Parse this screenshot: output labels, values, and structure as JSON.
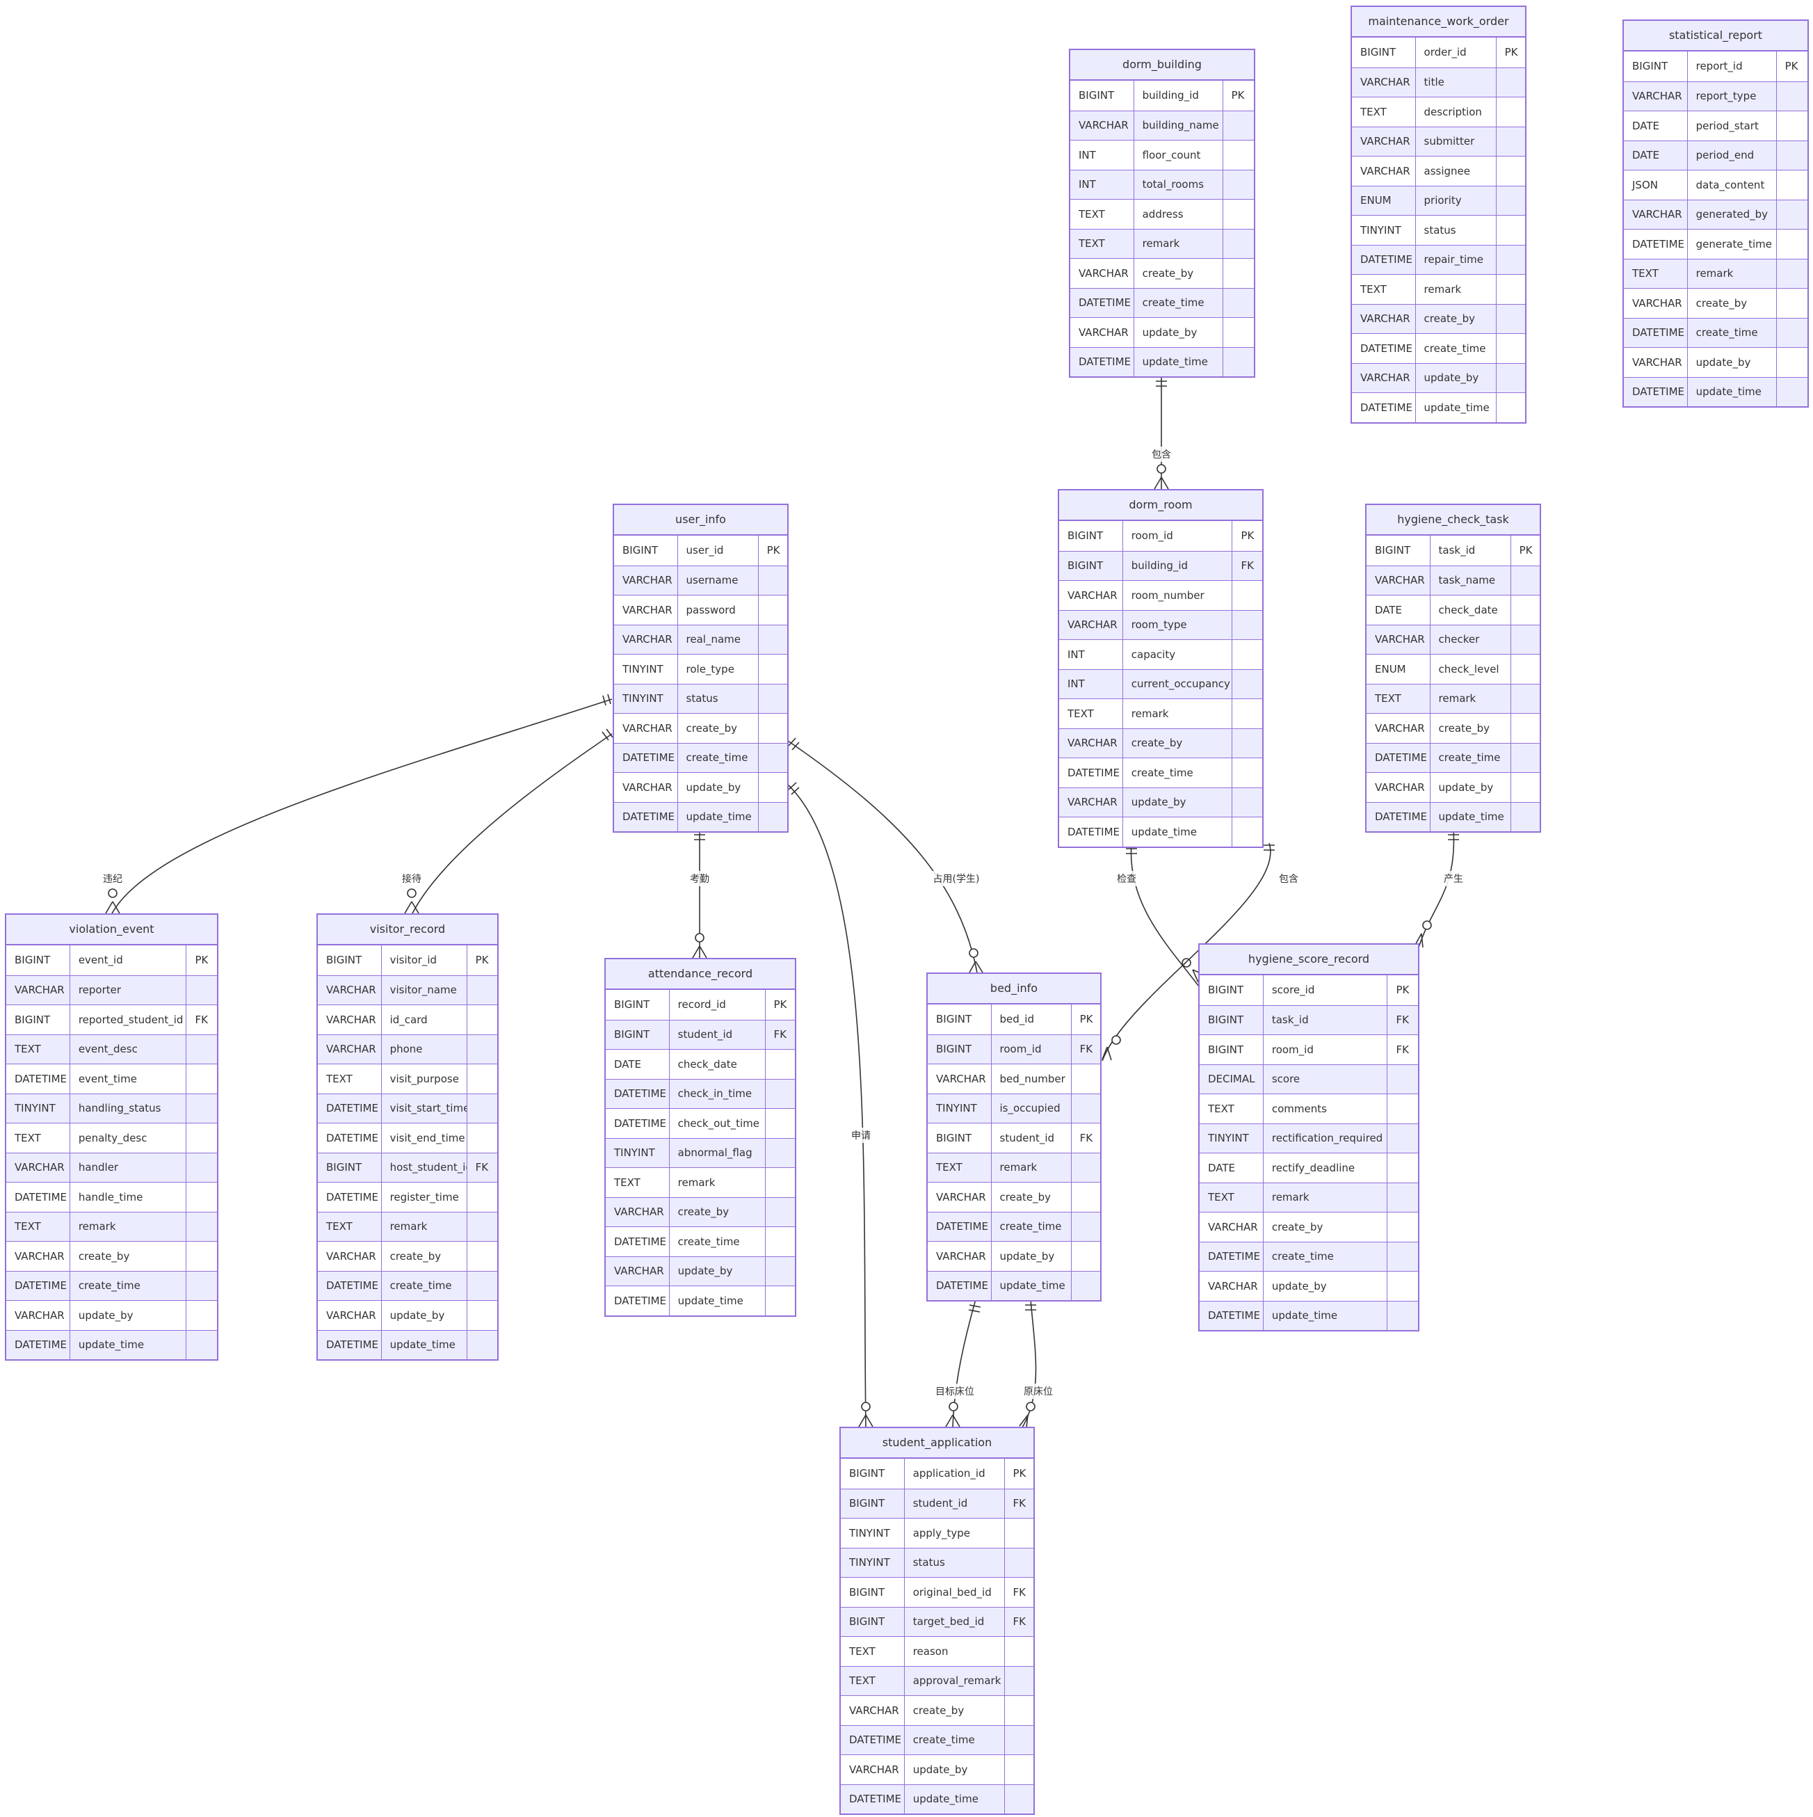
{
  "entities": [
    {
      "name": "dorm_building",
      "attrs": [
        [
          "BIGINT",
          "building_id",
          "PK"
        ],
        [
          "VARCHAR",
          "building_name",
          ""
        ],
        [
          "INT",
          "floor_count",
          ""
        ],
        [
          "INT",
          "total_rooms",
          ""
        ],
        [
          "TEXT",
          "address",
          ""
        ],
        [
          "TEXT",
          "remark",
          ""
        ],
        [
          "VARCHAR",
          "create_by",
          ""
        ],
        [
          "DATETIME",
          "create_time",
          ""
        ],
        [
          "VARCHAR",
          "update_by",
          ""
        ],
        [
          "DATETIME",
          "update_time",
          ""
        ]
      ]
    },
    {
      "name": "maintenance_work_order",
      "attrs": [
        [
          "BIGINT",
          "order_id",
          "PK"
        ],
        [
          "VARCHAR",
          "title",
          ""
        ],
        [
          "TEXT",
          "description",
          ""
        ],
        [
          "VARCHAR",
          "submitter",
          ""
        ],
        [
          "VARCHAR",
          "assignee",
          ""
        ],
        [
          "ENUM",
          "priority",
          ""
        ],
        [
          "TINYINT",
          "status",
          ""
        ],
        [
          "DATETIME",
          "repair_time",
          ""
        ],
        [
          "TEXT",
          "remark",
          ""
        ],
        [
          "VARCHAR",
          "create_by",
          ""
        ],
        [
          "DATETIME",
          "create_time",
          ""
        ],
        [
          "VARCHAR",
          "update_by",
          ""
        ],
        [
          "DATETIME",
          "update_time",
          ""
        ]
      ]
    },
    {
      "name": "statistical_report",
      "attrs": [
        [
          "BIGINT",
          "report_id",
          "PK"
        ],
        [
          "VARCHAR",
          "report_type",
          ""
        ],
        [
          "DATE",
          "period_start",
          ""
        ],
        [
          "DATE",
          "period_end",
          ""
        ],
        [
          "JSON",
          "data_content",
          ""
        ],
        [
          "VARCHAR",
          "generated_by",
          ""
        ],
        [
          "DATETIME",
          "generate_time",
          ""
        ],
        [
          "TEXT",
          "remark",
          ""
        ],
        [
          "VARCHAR",
          "create_by",
          ""
        ],
        [
          "DATETIME",
          "create_time",
          ""
        ],
        [
          "VARCHAR",
          "update_by",
          ""
        ],
        [
          "DATETIME",
          "update_time",
          ""
        ]
      ]
    },
    {
      "name": "user_info",
      "attrs": [
        [
          "BIGINT",
          "user_id",
          "PK"
        ],
        [
          "VARCHAR",
          "username",
          ""
        ],
        [
          "VARCHAR",
          "password",
          ""
        ],
        [
          "VARCHAR",
          "real_name",
          ""
        ],
        [
          "TINYINT",
          "role_type",
          ""
        ],
        [
          "TINYINT",
          "status",
          ""
        ],
        [
          "VARCHAR",
          "create_by",
          ""
        ],
        [
          "DATETIME",
          "create_time",
          ""
        ],
        [
          "VARCHAR",
          "update_by",
          ""
        ],
        [
          "DATETIME",
          "update_time",
          ""
        ]
      ]
    },
    {
      "name": "dorm_room",
      "attrs": [
        [
          "BIGINT",
          "room_id",
          "PK"
        ],
        [
          "BIGINT",
          "building_id",
          "FK"
        ],
        [
          "VARCHAR",
          "room_number",
          ""
        ],
        [
          "VARCHAR",
          "room_type",
          ""
        ],
        [
          "INT",
          "capacity",
          ""
        ],
        [
          "INT",
          "current_occupancy",
          ""
        ],
        [
          "TEXT",
          "remark",
          ""
        ],
        [
          "VARCHAR",
          "create_by",
          ""
        ],
        [
          "DATETIME",
          "create_time",
          ""
        ],
        [
          "VARCHAR",
          "update_by",
          ""
        ],
        [
          "DATETIME",
          "update_time",
          ""
        ]
      ]
    },
    {
      "name": "hygiene_check_task",
      "attrs": [
        [
          "BIGINT",
          "task_id",
          "PK"
        ],
        [
          "VARCHAR",
          "task_name",
          ""
        ],
        [
          "DATE",
          "check_date",
          ""
        ],
        [
          "VARCHAR",
          "checker",
          ""
        ],
        [
          "ENUM",
          "check_level",
          ""
        ],
        [
          "TEXT",
          "remark",
          ""
        ],
        [
          "VARCHAR",
          "create_by",
          ""
        ],
        [
          "DATETIME",
          "create_time",
          ""
        ],
        [
          "VARCHAR",
          "update_by",
          ""
        ],
        [
          "DATETIME",
          "update_time",
          ""
        ]
      ]
    },
    {
      "name": "violation_event",
      "attrs": [
        [
          "BIGINT",
          "event_id",
          "PK"
        ],
        [
          "VARCHAR",
          "reporter",
          ""
        ],
        [
          "BIGINT",
          "reported_student_id",
          "FK"
        ],
        [
          "TEXT",
          "event_desc",
          ""
        ],
        [
          "DATETIME",
          "event_time",
          ""
        ],
        [
          "TINYINT",
          "handling_status",
          ""
        ],
        [
          "TEXT",
          "penalty_desc",
          ""
        ],
        [
          "VARCHAR",
          "handler",
          ""
        ],
        [
          "DATETIME",
          "handle_time",
          ""
        ],
        [
          "TEXT",
          "remark",
          ""
        ],
        [
          "VARCHAR",
          "create_by",
          ""
        ],
        [
          "DATETIME",
          "create_time",
          ""
        ],
        [
          "VARCHAR",
          "update_by",
          ""
        ],
        [
          "DATETIME",
          "update_time",
          ""
        ]
      ]
    },
    {
      "name": "visitor_record",
      "attrs": [
        [
          "BIGINT",
          "visitor_id",
          "PK"
        ],
        [
          "VARCHAR",
          "visitor_name",
          ""
        ],
        [
          "VARCHAR",
          "id_card",
          ""
        ],
        [
          "VARCHAR",
          "phone",
          ""
        ],
        [
          "TEXT",
          "visit_purpose",
          ""
        ],
        [
          "DATETIME",
          "visit_start_time",
          ""
        ],
        [
          "DATETIME",
          "visit_end_time",
          ""
        ],
        [
          "BIGINT",
          "host_student_id",
          "FK"
        ],
        [
          "DATETIME",
          "register_time",
          ""
        ],
        [
          "TEXT",
          "remark",
          ""
        ],
        [
          "VARCHAR",
          "create_by",
          ""
        ],
        [
          "DATETIME",
          "create_time",
          ""
        ],
        [
          "VARCHAR",
          "update_by",
          ""
        ],
        [
          "DATETIME",
          "update_time",
          ""
        ]
      ]
    },
    {
      "name": "attendance_record",
      "attrs": [
        [
          "BIGINT",
          "record_id",
          "PK"
        ],
        [
          "BIGINT",
          "student_id",
          "FK"
        ],
        [
          "DATE",
          "check_date",
          ""
        ],
        [
          "DATETIME",
          "check_in_time",
          ""
        ],
        [
          "DATETIME",
          "check_out_time",
          ""
        ],
        [
          "TINYINT",
          "abnormal_flag",
          ""
        ],
        [
          "TEXT",
          "remark",
          ""
        ],
        [
          "VARCHAR",
          "create_by",
          ""
        ],
        [
          "DATETIME",
          "create_time",
          ""
        ],
        [
          "VARCHAR",
          "update_by",
          ""
        ],
        [
          "DATETIME",
          "update_time",
          ""
        ]
      ]
    },
    {
      "name": "bed_info",
      "attrs": [
        [
          "BIGINT",
          "bed_id",
          "PK"
        ],
        [
          "BIGINT",
          "room_id",
          "FK"
        ],
        [
          "VARCHAR",
          "bed_number",
          ""
        ],
        [
          "TINYINT",
          "is_occupied",
          ""
        ],
        [
          "BIGINT",
          "student_id",
          "FK"
        ],
        [
          "TEXT",
          "remark",
          ""
        ],
        [
          "VARCHAR",
          "create_by",
          ""
        ],
        [
          "DATETIME",
          "create_time",
          ""
        ],
        [
          "VARCHAR",
          "update_by",
          ""
        ],
        [
          "DATETIME",
          "update_time",
          ""
        ]
      ]
    },
    {
      "name": "hygiene_score_record",
      "attrs": [
        [
          "BIGINT",
          "score_id",
          "PK"
        ],
        [
          "BIGINT",
          "task_id",
          "FK"
        ],
        [
          "BIGINT",
          "room_id",
          "FK"
        ],
        [
          "DECIMAL",
          "score",
          ""
        ],
        [
          "TEXT",
          "comments",
          ""
        ],
        [
          "TINYINT",
          "rectification_required",
          ""
        ],
        [
          "DATE",
          "rectify_deadline",
          ""
        ],
        [
          "TEXT",
          "remark",
          ""
        ],
        [
          "VARCHAR",
          "create_by",
          ""
        ],
        [
          "DATETIME",
          "create_time",
          ""
        ],
        [
          "VARCHAR",
          "update_by",
          ""
        ],
        [
          "DATETIME",
          "update_time",
          ""
        ]
      ]
    },
    {
      "name": "student_application",
      "attrs": [
        [
          "BIGINT",
          "application_id",
          "PK"
        ],
        [
          "BIGINT",
          "student_id",
          "FK"
        ],
        [
          "TINYINT",
          "apply_type",
          ""
        ],
        [
          "TINYINT",
          "status",
          ""
        ],
        [
          "BIGINT",
          "original_bed_id",
          "FK"
        ],
        [
          "BIGINT",
          "target_bed_id",
          "FK"
        ],
        [
          "TEXT",
          "reason",
          ""
        ],
        [
          "TEXT",
          "approval_remark",
          ""
        ],
        [
          "VARCHAR",
          "create_by",
          ""
        ],
        [
          "DATETIME",
          "create_time",
          ""
        ],
        [
          "VARCHAR",
          "update_by",
          ""
        ],
        [
          "DATETIME",
          "update_time",
          ""
        ]
      ]
    }
  ],
  "relationships": [
    {
      "from": "dorm_building",
      "to": "dorm_room",
      "label": "包含"
    },
    {
      "from": "user_info",
      "to": "violation_event",
      "label": "违纪"
    },
    {
      "from": "user_info",
      "to": "visitor_record",
      "label": "接待"
    },
    {
      "from": "user_info",
      "to": "attendance_record",
      "label": "考勤"
    },
    {
      "from": "user_info",
      "to": "student_application",
      "label": "申请"
    },
    {
      "from": "user_info",
      "to": "bed_info",
      "label": "占用(学生)"
    },
    {
      "from": "dorm_room",
      "to": "hygiene_score_record",
      "label": "检查"
    },
    {
      "from": "dorm_room",
      "to": "bed_info",
      "label": "包含"
    },
    {
      "from": "hygiene_check_task",
      "to": "hygiene_score_record",
      "label": "产生"
    },
    {
      "from": "bed_info",
      "to": "student_application",
      "label": "目标床位"
    },
    {
      "from": "bed_info",
      "to": "student_application",
      "label": "原床位"
    }
  ]
}
